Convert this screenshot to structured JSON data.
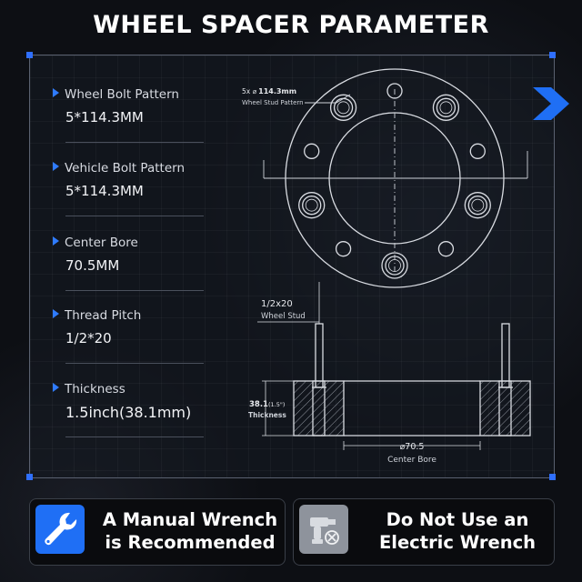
{
  "title": "WHEEL SPACER PARAMETER",
  "parameters": [
    {
      "label": "Wheel Bolt Pattern",
      "value": "5*114.3MM"
    },
    {
      "label": "Vehicle Bolt Pattern",
      "value": "5*114.3MM"
    },
    {
      "label": "Center Bore",
      "value": "70.5MM"
    },
    {
      "label": "Thread Pitch",
      "value": "1/2*20"
    },
    {
      "label": "Thickness",
      "value": "1.5inch(38.1mm)"
    }
  ],
  "drawing": {
    "stud_pattern_prefix": "5x ⌀",
    "stud_pattern_value": "114.3mm",
    "stud_pattern_caption": "Wheel Stud  Pattern",
    "stud_thread": "1/2x20",
    "stud_caption": "Wheel Stud",
    "thickness_value": "38.1",
    "thickness_inch": "(1.5\")",
    "thickness_caption": "Thickness",
    "bore_value": "⌀70.5",
    "bore_caption": "Center Bore"
  },
  "buttons": {
    "manual_line1": "A Manual Wrench",
    "manual_line2": "is Recommended",
    "electric_line1": "Do Not Use an",
    "electric_line2": "Electric Wrench"
  },
  "colors": {
    "accent_blue": "#2f7bff",
    "icon_blue": "#1f6ff5",
    "panel_border": "#5a6170",
    "icon_gray": "#8e939c"
  },
  "icons": {
    "manual": "wrench-icon",
    "electric": "impact-wrench-icon"
  }
}
